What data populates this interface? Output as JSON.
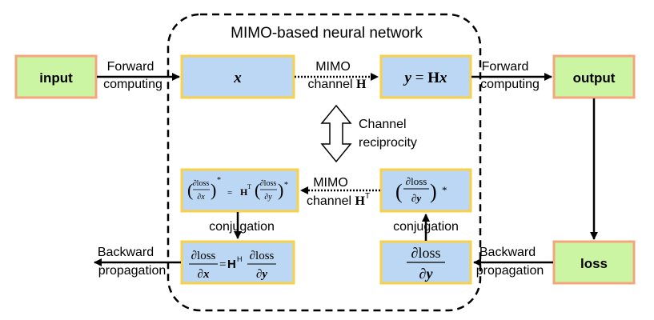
{
  "title": "MIMO-based neural network",
  "colors": {
    "green_fill": "#ccf5a3",
    "green_stroke": "#f4a57e",
    "blue_fill": "#bcd7f3",
    "blue_stroke": "#f9d04a",
    "line": "#000000"
  },
  "nodes": {
    "input": "input",
    "output": "output",
    "loss": "loss"
  },
  "labels": {
    "forward_left_1": "Forward",
    "forward_left_2": "computing",
    "forward_right_1": "Forward",
    "forward_right_2": "computing",
    "mimo_top_1": "MIMO",
    "mimo_top_2": "channel ",
    "mimo_top_H": "H",
    "reciprocity_1": "Channel",
    "reciprocity_2": "reciprocity",
    "mimo_bottom_1": "MIMO",
    "mimo_bottom_2": "channel ",
    "mimo_bottom_H": "H",
    "mimo_bottom_T": "T",
    "conjugation_left": "conjugation",
    "conjugation_right": "conjugation",
    "backward_left_1": "Backward",
    "backward_left_2": "propagation",
    "backward_right_1": "Backward",
    "backward_right_2": "propagation"
  },
  "math": {
    "x": "x",
    "y_eq": "y",
    "eq": " = ",
    "Hx_H": "H",
    "Hx_x": "x",
    "dloss": "∂loss",
    "dx": "∂x",
    "dy": "∂y",
    "star": "*",
    "HT": "H",
    "T": "T",
    "HH": "H",
    "Hsup": "H",
    "equals": "=",
    "equals_spaced": " = "
  }
}
